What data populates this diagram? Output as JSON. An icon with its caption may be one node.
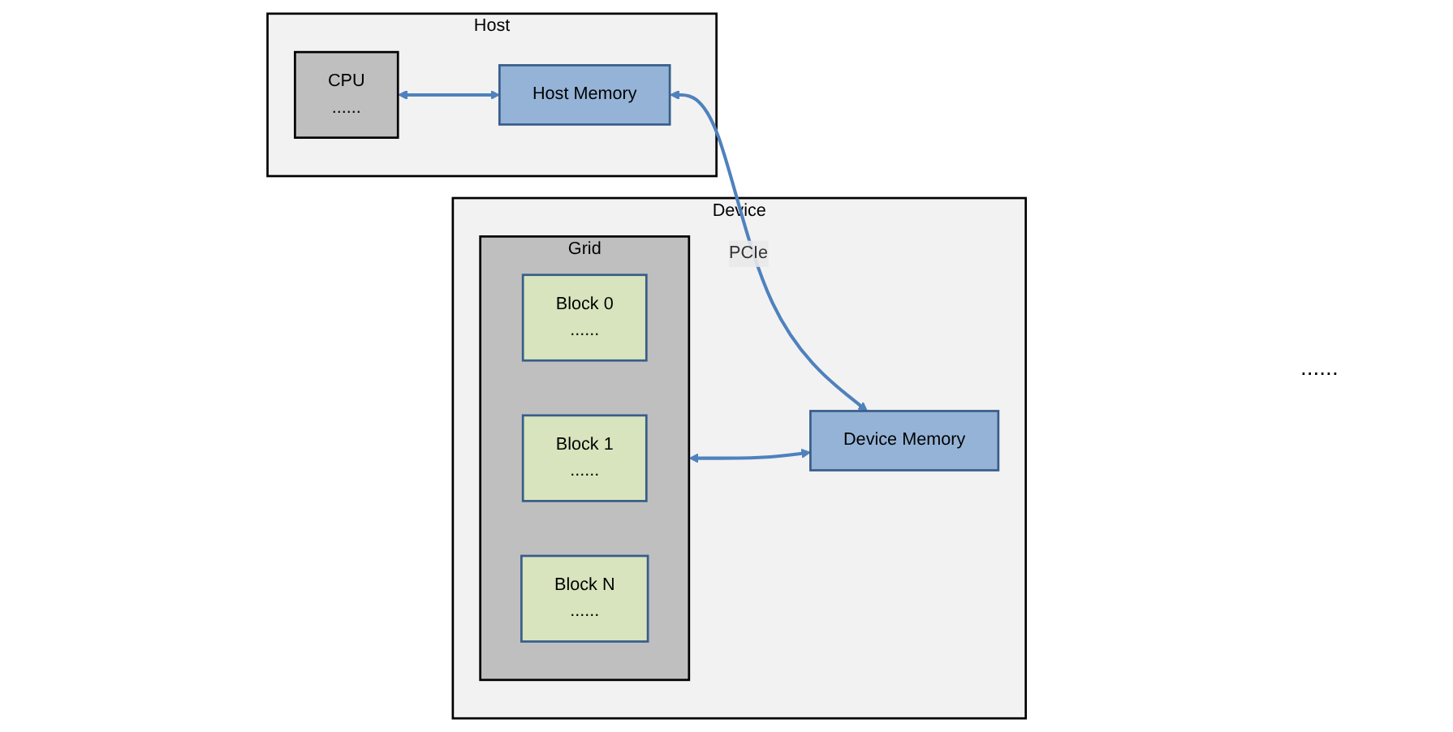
{
  "diagram": {
    "nodes": [
      {
        "text": [
          "Host"
        ]
      },
      {
        "text": [
          "CPU",
          "......"
        ],
        "in": 0
      },
      {
        "text": [
          "Host Memory"
        ],
        "in": 0
      },
      {
        "text": [
          "Device"
        ]
      },
      {
        "text": [
          "Grid"
        ],
        "in": 3
      },
      {
        "text": [
          "Block 0",
          "......"
        ],
        "in": 4
      },
      {
        "text": [
          "Block 1",
          "......"
        ],
        "in": 4
      },
      {
        "text": [
          "Block N",
          "......"
        ],
        "in": 4
      },
      {
        "text": [
          "Device Memory"
        ],
        "in": 3
      }
    ],
    "edges": [
      {
        "from": 1,
        "to": 2,
        "arrow": "both"
      },
      {
        "from": 2,
        "to": 8,
        "arrow": "both",
        "label": "PCIe"
      },
      {
        "from": 4,
        "to": 8,
        "arrow": "both"
      }
    ],
    "labels": [
      "......"
    ]
  }
}
